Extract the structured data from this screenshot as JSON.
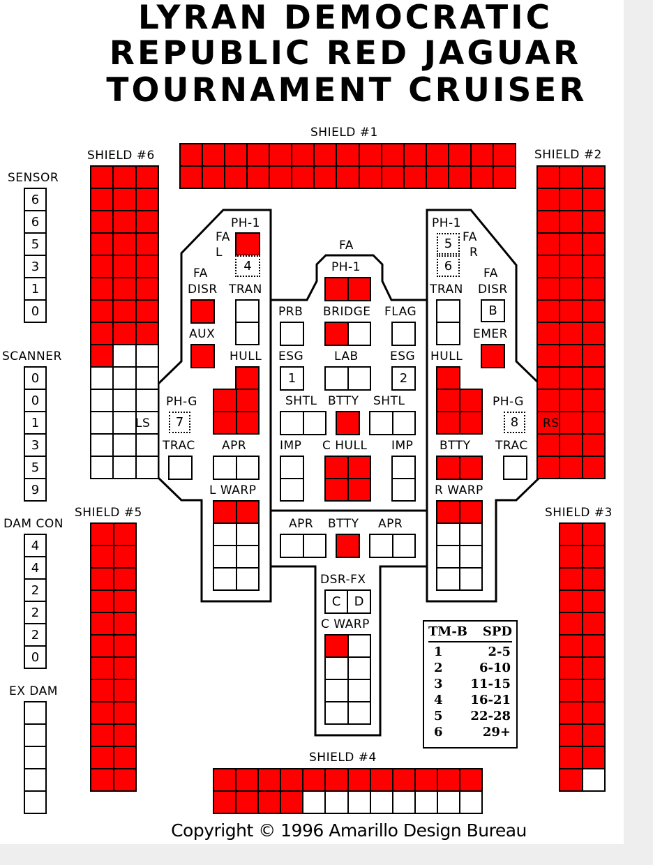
{
  "title": [
    "LYRAN DEMOCRATIC",
    "REPUBLIC RED JAGUAR",
    "TOURNAMENT CRUISER"
  ],
  "copyright": "Copyright © 1996 Amarillo Design Bureau",
  "colors": {
    "damage_box": "#ff0000",
    "box": "#ffffff",
    "line": "#000000"
  },
  "shields": {
    "s1": {
      "label": "SHIELD #1",
      "cols": 15,
      "rows": 2,
      "filled": 30
    },
    "s2": {
      "label": "SHIELD #2",
      "cols": 3,
      "rows": 14,
      "filled": 42
    },
    "s3": {
      "label": "SHIELD #3",
      "cols": 2,
      "rows": 12,
      "filled": 23
    },
    "s4": {
      "label": "SHIELD #4",
      "cols": 12,
      "rows": 2,
      "filled": 16
    },
    "s5": {
      "label": "SHIELD #5",
      "cols": 2,
      "rows": 12,
      "filled": 24
    },
    "s6": {
      "label": "SHIELD #6",
      "cols": 3,
      "rows": 14,
      "filled": 25
    }
  },
  "tracks": {
    "sensor": {
      "label": "SENSOR",
      "values": [
        "6",
        "6",
        "5",
        "3",
        "1",
        "0"
      ]
    },
    "scanner": {
      "label": "SCANNER",
      "values": [
        "0",
        "0",
        "1",
        "3",
        "5",
        "9"
      ]
    },
    "damcon": {
      "label": "DAM CON",
      "values": [
        "4",
        "4",
        "2",
        "2",
        "2",
        "0"
      ]
    },
    "exdam": {
      "label": "EX DAM",
      "values": [
        "",
        "",
        "",
        "",
        ""
      ]
    }
  },
  "systems": {
    "ph1_left": {
      "label": "PH-1",
      "arc": "FA L",
      "num": "4"
    },
    "ph1_center": {
      "label": "PH-1",
      "arc": "FA"
    },
    "ph1_right": {
      "label": "PH-1",
      "arc": "FA R",
      "nums": [
        "5",
        "6"
      ]
    },
    "disr_left": {
      "label": "DISR",
      "arc": "FA"
    },
    "disr_right": {
      "label": "DISR",
      "arc": "FA",
      "num": "B"
    },
    "tran": "TRAN",
    "aux": "AUX",
    "emer": "EMER",
    "hull": "HULL",
    "prb": "PRB",
    "bridge": "BRIDGE",
    "flag": "FLAG",
    "esg": "ESG",
    "esg_left_num": "1",
    "esg_right_num": "2",
    "lab": "LAB",
    "shtl": "SHTL",
    "btty": "BTTY",
    "imp": "IMP",
    "c_hull": "C HULL",
    "ph_g": "PH-G",
    "ph_g_left_num": "7",
    "ph_g_right_num": "8",
    "ls": "LS",
    "rs": "RS",
    "trac": "TRAC",
    "apr": "APR",
    "l_warp": "L WARP",
    "r_warp": "R WARP",
    "c_warp": "C WARP",
    "dsr_fx": "DSR-FX",
    "dsr_fx_nums": [
      "C",
      "D"
    ]
  },
  "turn_mode": {
    "header": [
      "TM-B",
      "SPD"
    ],
    "rows": [
      [
        "1",
        "2-5"
      ],
      [
        "2",
        "6-10"
      ],
      [
        "3",
        "11-15"
      ],
      [
        "4",
        "16-21"
      ],
      [
        "5",
        "22-28"
      ],
      [
        "6",
        "29+"
      ]
    ]
  }
}
